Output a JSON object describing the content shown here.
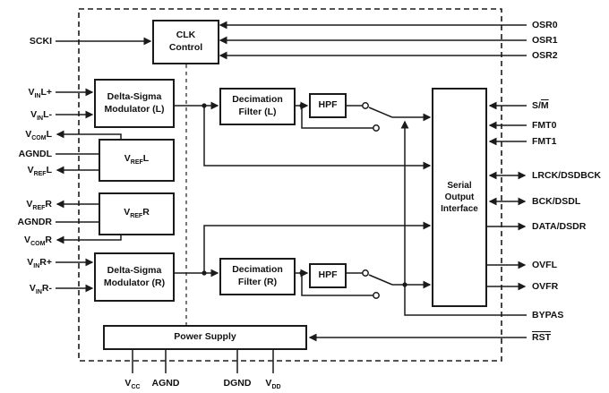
{
  "colors": {
    "line": "#1b1b1b",
    "background": "#ffffff",
    "text": "#111111"
  },
  "blocks": {
    "clk": "CLK\nControl",
    "dsm_l": "Delta-Sigma\nModulator (L)",
    "dsm_r": "Delta-Sigma\nModulator (R)",
    "vref_l": {
      "pre": "V",
      "sub": "REF",
      "post": "L"
    },
    "vref_r": {
      "pre": "V",
      "sub": "REF",
      "post": "R"
    },
    "decim_l": "Decimation\nFilter (L)",
    "decim_r": "Decimation\nFilter (R)",
    "hpf_l": "HPF",
    "hpf_r": "HPF",
    "serial": "Serial\nOutput\nInterface",
    "power": "Power Supply"
  },
  "pins": {
    "scki": {
      "pre": "SCKI"
    },
    "vinl_p": {
      "pre": "V",
      "sub": "IN",
      "post": "L+"
    },
    "vinl_m": {
      "pre": "V",
      "sub": "IN",
      "post": "L-"
    },
    "vcom_l": {
      "pre": "V",
      "sub": "COM",
      "post": "L"
    },
    "agnd_l": {
      "pre": "AGNDL"
    },
    "vref_l": {
      "pre": "V",
      "sub": "REF",
      "post": "L"
    },
    "vref_r": {
      "pre": "V",
      "sub": "REF",
      "post": "R"
    },
    "agnd_r": {
      "pre": "AGNDR"
    },
    "vcom_r": {
      "pre": "V",
      "sub": "COM",
      "post": "R"
    },
    "vinr_p": {
      "pre": "V",
      "sub": "IN",
      "post": "R+"
    },
    "vinr_m": {
      "pre": "V",
      "sub": "IN",
      "post": "R-"
    },
    "osr0": {
      "pre": "OSR0"
    },
    "osr1": {
      "pre": "OSR1"
    },
    "osr2": {
      "pre": "OSR2"
    },
    "sm": {
      "pre": "S/",
      "over": "M"
    },
    "fmt0": {
      "pre": "FMT0"
    },
    "fmt1": {
      "pre": "FMT1"
    },
    "lrck": {
      "pre": "LRCK/DSDBCK"
    },
    "bck": {
      "pre": "BCK/DSDL"
    },
    "data_pin": {
      "pre": "DATA/DSDR"
    },
    "ovfl": {
      "pre": "OVFL"
    },
    "ovfr": {
      "pre": "OVFR"
    },
    "bypas": {
      "pre": "BYPAS"
    },
    "rst": {
      "over": "RST"
    },
    "vcc": {
      "pre": "V",
      "sub": "CC"
    },
    "agnd": {
      "pre": "AGND"
    },
    "dgnd": {
      "pre": "DGND"
    },
    "vdd": {
      "pre": "V",
      "sub": "DD"
    }
  }
}
